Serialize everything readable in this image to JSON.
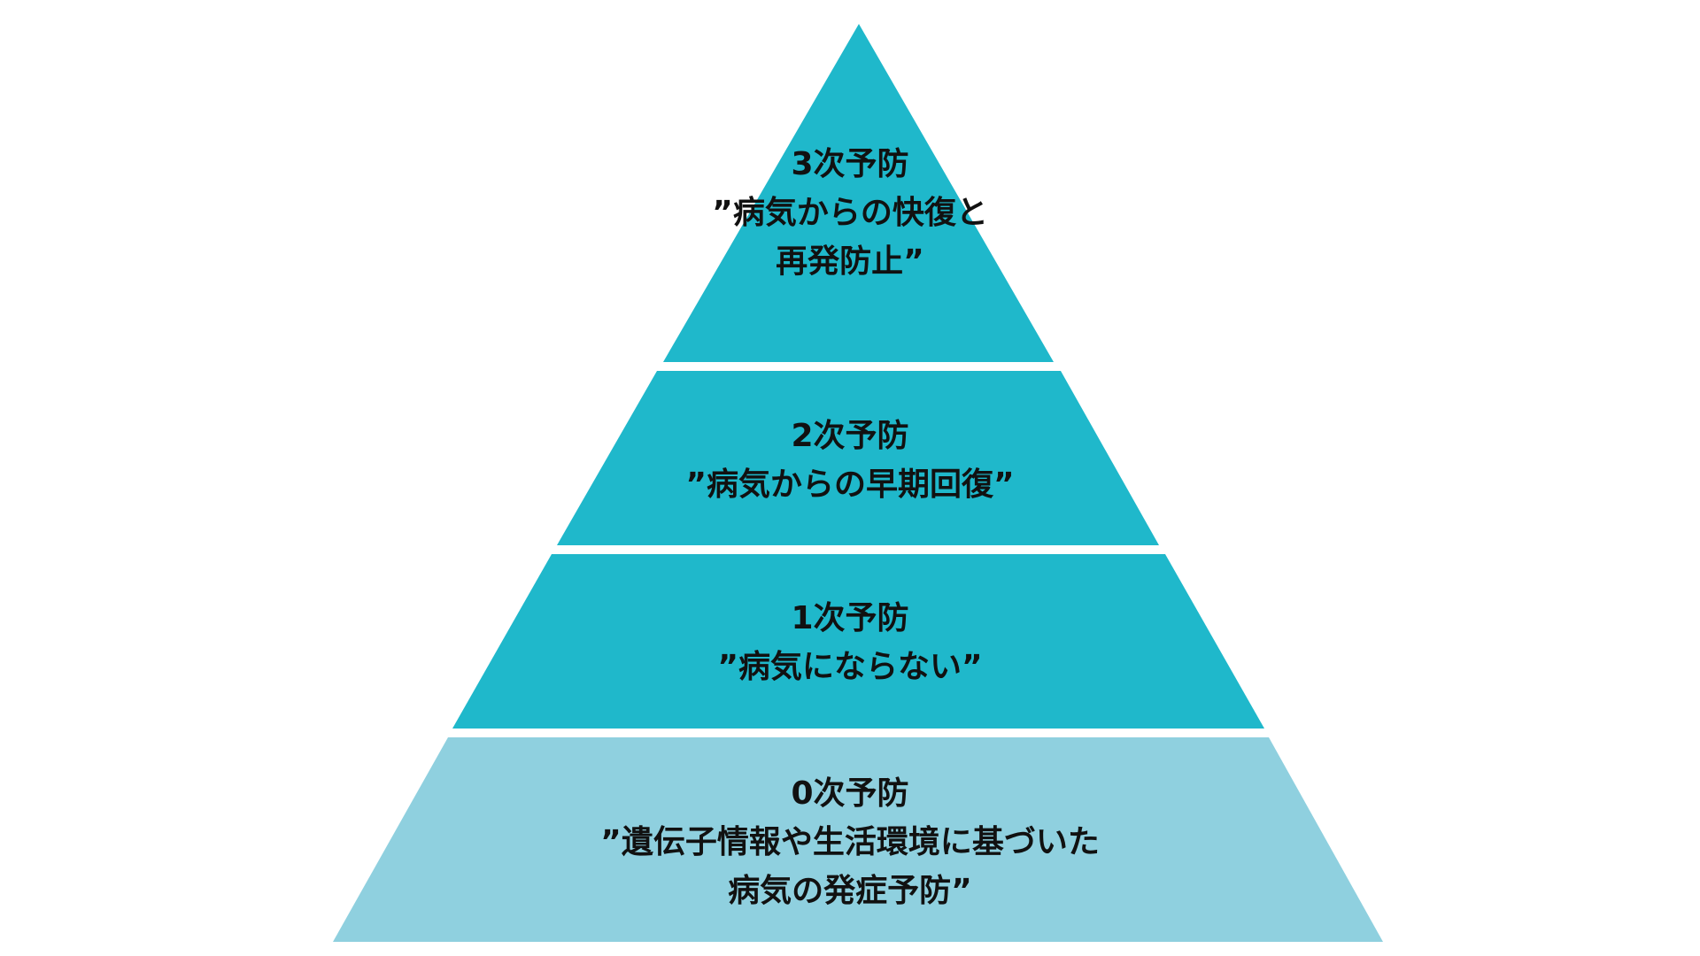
{
  "colors": {
    "upper_layers": "#1fb8cb",
    "base_layer": "#8fd0df",
    "text": "#111111"
  },
  "layers": [
    {
      "title": "3次予防",
      "lines": [
        "”病気からの快復と",
        "再発防止”"
      ]
    },
    {
      "title": "2次予防",
      "lines": [
        "”病気からの早期回復”"
      ]
    },
    {
      "title": "1次予防",
      "lines": [
        "”病気にならない”"
      ]
    },
    {
      "title": "0次予防",
      "lines": [
        "”遺伝子情報や生活環境に基づいた",
        "病気の発症予防”"
      ]
    }
  ]
}
